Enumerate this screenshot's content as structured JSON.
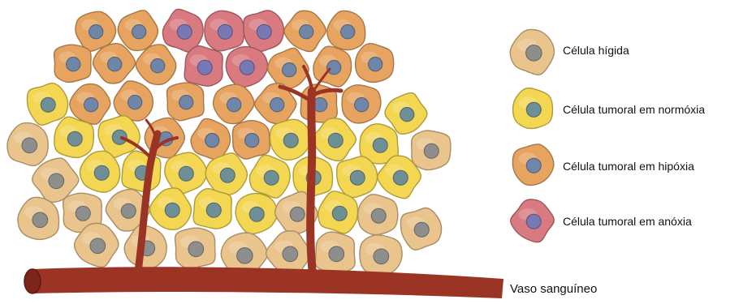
{
  "legend": {
    "healthy": "Célula hígida",
    "normoxia": "Célula tumoral em normóxia",
    "hypoxia": "Célula tumoral em hipóxia",
    "anoxia": "Célula tumoral em anóxia"
  },
  "vessel_label": "Vaso sanguíneo",
  "colors": {
    "healthy_fill": "#e9c48c",
    "healthy_nucleus": "#8e8f8d",
    "normoxia_fill": "#f3d652",
    "normoxia_nucleus": "#6f8f97",
    "hypoxia_fill": "#e6a460",
    "hypoxia_nucleus": "#6f86a8",
    "anoxia_fill": "#d87a80",
    "anoxia_nucleus": "#7878b4",
    "vessel": "#9b3425"
  }
}
